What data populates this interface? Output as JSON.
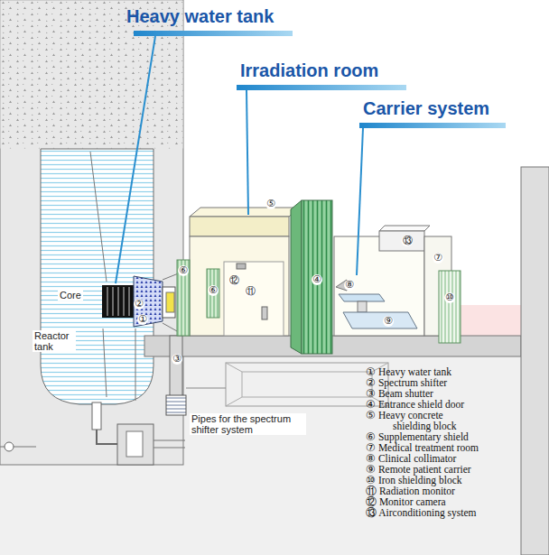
{
  "diagram": {
    "labels": [
      "Heavy water tank",
      "Irradiation room",
      "Carrier system",
      "Core",
      "Reactor tank",
      "Pipes for the spectrum shifter system",
      "①",
      "②",
      "③",
      "④",
      "⑤",
      "⑥",
      "⑥",
      "⑫",
      "⑪",
      "⑬",
      "⑦",
      "⑧",
      "⑨",
      "⑩",
      "① Heavy water tank",
      "② Spectrum shifter",
      "③ Beam shutter",
      "④ Entrance shield door",
      "⑤ Heavy concrete shielding block",
      "⑥ Supplementary shield",
      "⑦ Medical treatment room",
      "⑧ Clinical collimator",
      "⑨ Remote patient carrier",
      "⑩ Iron shielding block",
      "⑪ Radiation monitor",
      "⑫ Monitor camera",
      "⑬ Airconditioning system"
    ]
  }
}
